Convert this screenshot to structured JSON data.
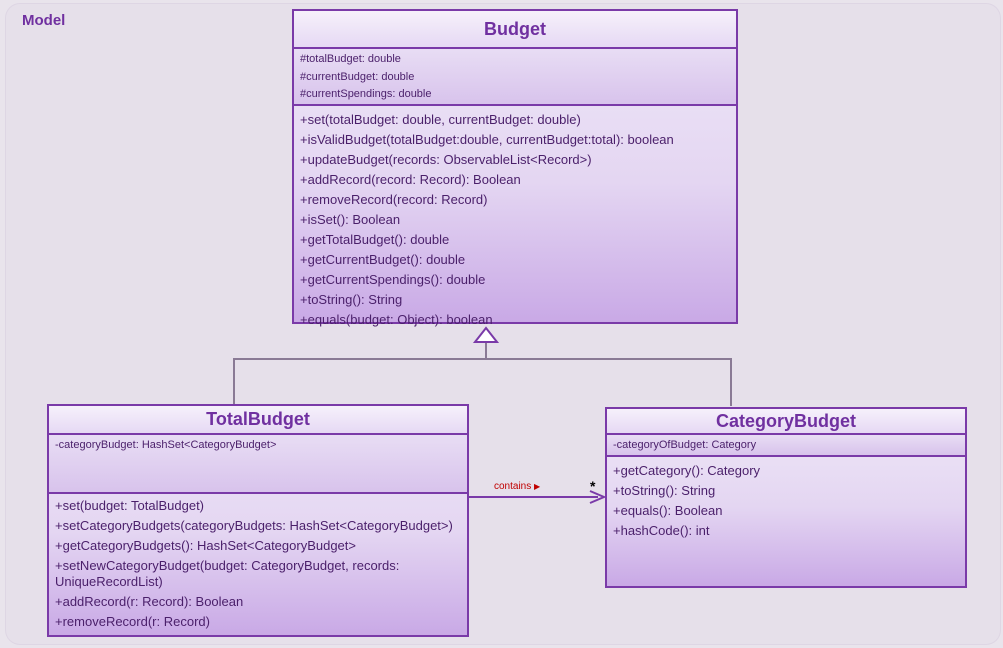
{
  "package": {
    "label": "Model"
  },
  "classes": {
    "budget": {
      "name": "Budget",
      "attributes": [
        "#totalBudget: double",
        "#currentBudget: double",
        "#currentSpendings: double"
      ],
      "operations": [
        "+set(totalBudget: double, currentBudget: double)",
        "+isValidBudget(totalBudget:double, currentBudget:total): boolean",
        "+updateBudget(records: ObservableList<Record>)",
        "+addRecord(record: Record): Boolean",
        "+removeRecord(record: Record)",
        "+isSet(): Boolean",
        "+getTotalBudget(): double",
        "+getCurrentBudget(): double",
        "+getCurrentSpendings(): double",
        "+toString(): String",
        "+equals(budget: Object): boolean"
      ]
    },
    "totalBudget": {
      "name": "TotalBudget",
      "attributes": [
        "-categoryBudget: HashSet<CategoryBudget>"
      ],
      "operations": [
        "+set(budget: TotalBudget)",
        "+setCategoryBudgets(categoryBudgets: HashSet<CategoryBudget>)",
        "+getCategoryBudgets(): HashSet<CategoryBudget>",
        "+setNewCategoryBudget(budget: CategoryBudget, records: UniqueRecordList)",
        "+addRecord(r: Record): Boolean",
        "+removeRecord(r: Record)"
      ]
    },
    "categoryBudget": {
      "name": "CategoryBudget",
      "attributes": [
        "-categoryOfBudget: Category"
      ],
      "operations": [
        "+getCategory(): Category",
        "+toString(): String",
        "+equals(): Boolean",
        "+hashCode(): int"
      ]
    }
  },
  "association": {
    "label": "contains",
    "arrow": "▶",
    "multiplicity": "*"
  },
  "colors": {
    "border": "#7a3aa8",
    "title": "#7030a0",
    "assocLabel": "#c00000"
  }
}
